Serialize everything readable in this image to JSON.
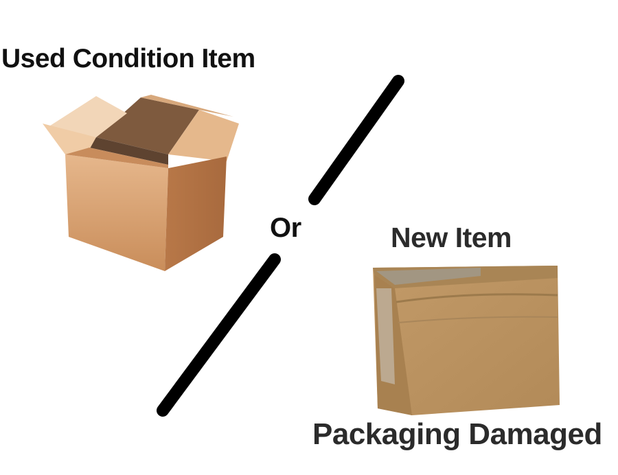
{
  "labels": {
    "used": "Used Condition Item",
    "or": "Or",
    "new": "New Item",
    "damaged": "Packaging Damaged"
  },
  "colors": {
    "divider": "#000000",
    "cardboard": "#c8905e",
    "kraft": "#b9915f"
  }
}
